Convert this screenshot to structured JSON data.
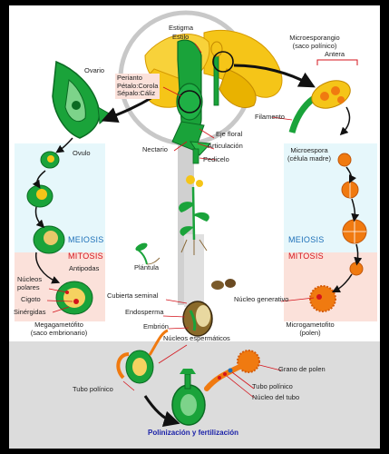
{
  "labels": {
    "estigma": "Estigma",
    "estilo": "Estilo",
    "ovario": "Ovario",
    "microsporangio_1": "Microesporangio",
    "microsporangio_2": "(saco polínico)",
    "antera": "Antera",
    "perianto": "Perianto",
    "petalo": "Pétalo:Corola",
    "sepalo": "Sépalo:Cáliz",
    "filamento": "Filamento",
    "eje_floral": "Eje floral",
    "articulacion": "Articulación",
    "nectario": "Nectario",
    "pedicelo": "Pedicelo",
    "ovulo": "Ovulo",
    "microespora_1": "Microespora",
    "microespora_2": "(célula madre)",
    "meiosis_left": "MEIOSIS",
    "meiosis_right": "MEIOSIS",
    "mitosis_left": "MITOSIS",
    "mitosis_right": "MITOSIS",
    "antipodas": "Antipodas",
    "nucleos_polares_1": "Núcleos",
    "nucleos_polares_2": "polares",
    "cigoto": "Cigoto",
    "sinergidas": "Sinérgidas",
    "plantula": "Plántula",
    "cubierta_seminal": "Cubierta seminal",
    "endosperma": "Endosperma",
    "embrion": "Embrión",
    "nucleo_generativo": "Núcleo generativo",
    "megagametofito_1": "Megagametófito",
    "megagametofito_2": "(saco embrionario)",
    "microgametofito_1": "Microgametofito",
    "microgametofito_2": "(polen)",
    "nucleos_espermaticos": "Núcleos espermáticos",
    "grano_polen": "Grano de polen",
    "tubo_polinico_left": "Tubo polínico",
    "tubo_polinico_right": "Tubo polínico",
    "nucleo_tubo": "Núcleo del tubo",
    "title": "Polinización y fertilización"
  },
  "colors": {
    "green": "#1aa33a",
    "dark_green": "#0b6b23",
    "yellow": "#f5c518",
    "orange": "#f07a10",
    "meiosis_bg": "#e6f7fb",
    "mitosis_bg": "#fbe1da",
    "bottom_bg": "#dcdcdc",
    "meiosis_text": "#1c6fb8",
    "mitosis_text": "#d4141c",
    "title_text": "#1a21a8"
  }
}
